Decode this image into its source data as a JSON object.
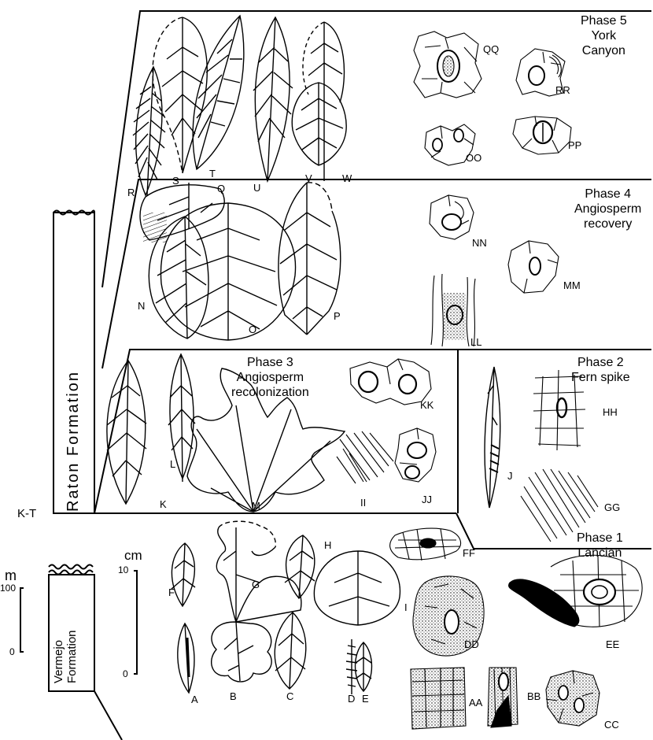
{
  "phases": {
    "p5": {
      "title": "Phase 5",
      "sub1": "York",
      "sub2": "Canyon"
    },
    "p4": {
      "title": "Phase 4",
      "sub1": "Angiosperm",
      "sub2": "recovery"
    },
    "p3": {
      "title": "Phase 3",
      "sub1": "Angiosperm",
      "sub2": "recolonization"
    },
    "p2": {
      "title": "Phase 2",
      "sub1": "Fern spike"
    },
    "p1": {
      "title": "Phase 1",
      "sub1": "Lancian"
    }
  },
  "formations": {
    "raton": "Raton  Formation",
    "vermejo": "Vermejo Formation"
  },
  "boundary": "K-T",
  "scales": {
    "meters": {
      "unit": "m",
      "top": "100",
      "bottom": "0"
    },
    "cm": {
      "unit": "cm",
      "top": "10",
      "bottom": "0"
    }
  },
  "specimens": {
    "A": "A",
    "B": "B",
    "C": "C",
    "D": "D",
    "E": "E",
    "F": "F",
    "G": "G",
    "H": "H",
    "I": "I",
    "J": "J",
    "K": "K",
    "L": "L",
    "M": "M",
    "N": "N",
    "O": "O",
    "P": "P",
    "Q": "Q",
    "R": "R",
    "S": "S",
    "T": "T",
    "U": "U",
    "V": "V",
    "W": "W",
    "AA": "AA",
    "BB": "BB",
    "CC": "CC",
    "DD": "DD",
    "EE": "EE",
    "FF": "FF",
    "GG": "GG",
    "HH": "HH",
    "II": "II",
    "JJ": "JJ",
    "KK": "KK",
    "LL": "LL",
    "MM": "MM",
    "NN": "NN",
    "OO": "OO",
    "PP": "PP",
    "QQ": "QQ",
    "RR": "RR"
  }
}
